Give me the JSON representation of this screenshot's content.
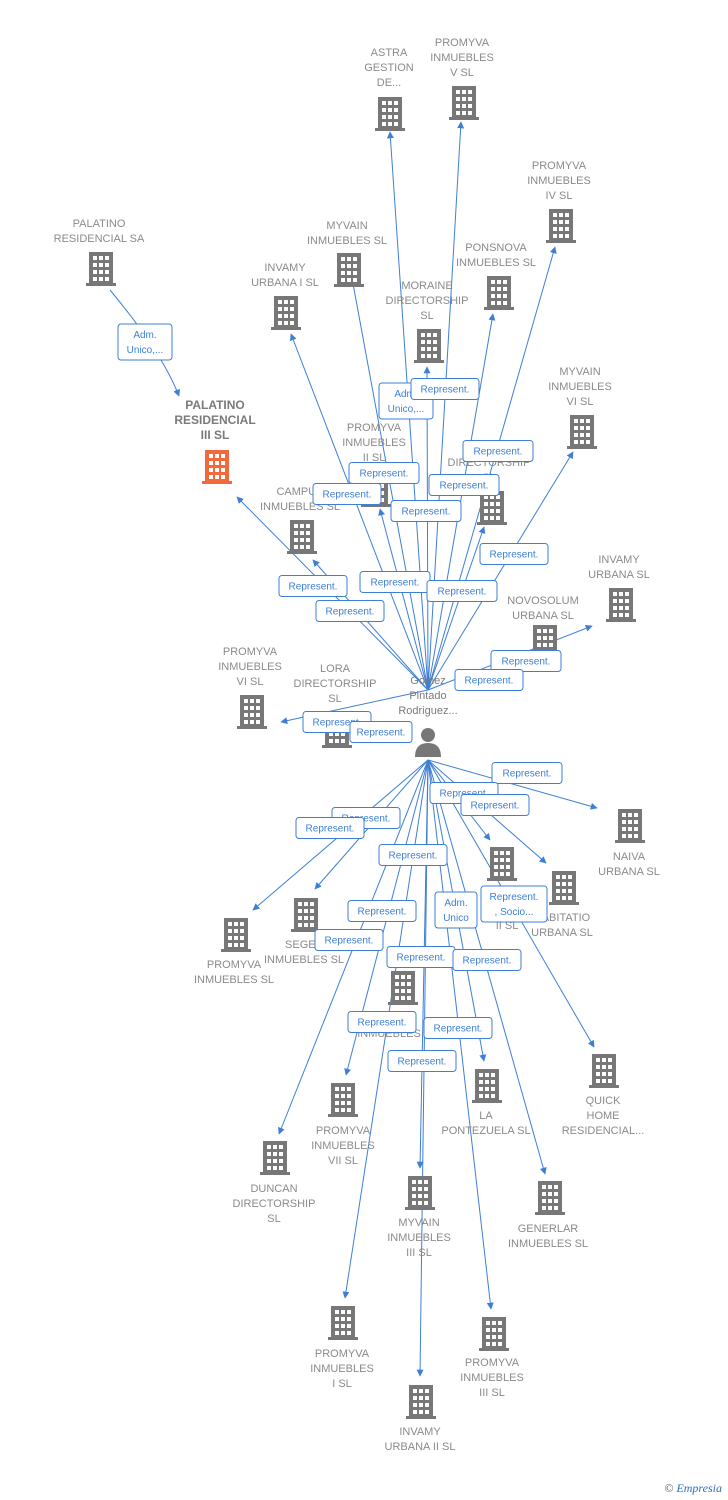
{
  "center": {
    "label_lines": [
      "Gomez",
      "Pintado",
      "Rodriguez..."
    ]
  },
  "colors": {
    "edge": "#3d7fd6",
    "node": "#777777",
    "highlight": "#f26a3b"
  },
  "nodes": [
    {
      "id": "astra",
      "lines": [
        "ASTRA",
        "GESTION",
        "DE..."
      ]
    },
    {
      "id": "promyva-v",
      "lines": [
        "PROMYVA",
        "INMUEBLES",
        "V  SL"
      ]
    },
    {
      "id": "promyva-iv",
      "lines": [
        "PROMYVA",
        "INMUEBLES",
        "IV  SL"
      ]
    },
    {
      "id": "palatino-sa",
      "lines": [
        "PALATINO",
        "RESIDENCIAL SA"
      ]
    },
    {
      "id": "myvain",
      "lines": [
        "MYVAIN",
        "INMUEBLES  SL"
      ]
    },
    {
      "id": "ponsnova",
      "lines": [
        "PONSNOVA",
        "INMUEBLES  SL"
      ]
    },
    {
      "id": "invamy-i",
      "lines": [
        "INVAMY",
        "URBANA I  SL"
      ]
    },
    {
      "id": "moraine",
      "lines": [
        "MORAINE",
        "DIRECTORSHIP",
        "SL"
      ]
    },
    {
      "id": "palatino-iii",
      "lines": [
        "PALATINO",
        "RESIDENCIAL",
        "III  SL"
      ],
      "highlight": true
    },
    {
      "id": "myvain-vi",
      "lines": [
        "MYVAIN",
        "INMUEBLES",
        "VI  SL"
      ]
    },
    {
      "id": "promyva-ii",
      "lines": [
        "PROMYVA",
        "INMUEBLES",
        "II  SL"
      ]
    },
    {
      "id": "directorship",
      "lines": [
        "DIRECTORSHIP",
        "SL"
      ]
    },
    {
      "id": "campus",
      "lines": [
        "CAMPUS",
        "INMUEBLES  SL"
      ]
    },
    {
      "id": "invamy-urbana",
      "lines": [
        "INVAMY",
        "URBANA  SL"
      ]
    },
    {
      "id": "novosolum",
      "lines": [
        "NOVOSOLUM",
        "URBANA  SL"
      ]
    },
    {
      "id": "promyva-vi",
      "lines": [
        "PROMYVA",
        "INMUEBLES",
        "VI  SL"
      ]
    },
    {
      "id": "lora",
      "lines": [
        "LORA",
        "DIRECTORSHIP",
        "SL"
      ]
    },
    {
      "id": "naiva",
      "lines": [
        "NAIVA",
        "URBANA  SL"
      ]
    },
    {
      "id": "habitatio-ii",
      "lines": [
        "II  SL"
      ]
    },
    {
      "id": "habitatio",
      "lines": [
        "HABITATIO",
        "URBANA  SL"
      ]
    },
    {
      "id": "promyva-sl",
      "lines": [
        "PROMYVA",
        "INMUEBLES  SL"
      ]
    },
    {
      "id": "seges",
      "lines": [
        "SEGES",
        "INMUEBLES  SL"
      ]
    },
    {
      "id": "inmuebles-x",
      "lines": [
        "INMUEBLES"
      ]
    },
    {
      "id": "quick",
      "lines": [
        "QUICK",
        "HOME",
        "RESIDENCIAL..."
      ]
    },
    {
      "id": "promyva-vii",
      "lines": [
        "PROMYVA",
        "INMUEBLES",
        "VII  SL"
      ]
    },
    {
      "id": "pontezuela",
      "lines": [
        "LA",
        "PONTEZUELA SL"
      ]
    },
    {
      "id": "duncan",
      "lines": [
        "DUNCAN",
        "DIRECTORSHIP",
        "SL"
      ]
    },
    {
      "id": "myvain-iii",
      "lines": [
        "MYVAIN",
        "INMUEBLES",
        "III  SL"
      ]
    },
    {
      "id": "generlar",
      "lines": [
        "GENERLAR",
        "INMUEBLES  SL"
      ]
    },
    {
      "id": "promyva-i",
      "lines": [
        "PROMYVA",
        "INMUEBLES",
        "I  SL"
      ]
    },
    {
      "id": "promyva-iii",
      "lines": [
        "PROMYVA",
        "INMUEBLES",
        "III  SL"
      ]
    },
    {
      "id": "invamy-ii",
      "lines": [
        "INVAMY",
        "URBANA II  SL"
      ]
    }
  ],
  "edge_labels": [
    {
      "id": "adm-palatino",
      "lines": [
        "Adm.",
        "Unico,..."
      ]
    },
    {
      "id": "adm-moraine",
      "lines": [
        "Adm.",
        "Unico,..."
      ]
    },
    {
      "id": "rep-moraine",
      "lines": [
        "Represent."
      ]
    },
    {
      "id": "rep-directorship",
      "lines": [
        "Represent."
      ]
    },
    {
      "id": "rep-promyva-ii-a",
      "lines": [
        "Represent."
      ]
    },
    {
      "id": "rep-directorship-b",
      "lines": [
        "Represent."
      ]
    },
    {
      "id": "rep-campus",
      "lines": [
        "Represent."
      ]
    },
    {
      "id": "rep-promyva-ii-b",
      "lines": [
        "Represent."
      ]
    },
    {
      "id": "rep-myvain-vi",
      "lines": [
        "Represent."
      ]
    },
    {
      "id": "rep-palatino-iii",
      "lines": [
        "Represent."
      ]
    },
    {
      "id": "rep-mid-a",
      "lines": [
        "Represent."
      ]
    },
    {
      "id": "rep-mid-b",
      "lines": [
        "Represent."
      ]
    },
    {
      "id": "rep-campus-b",
      "lines": [
        "Represent."
      ]
    },
    {
      "id": "rep-invamy-urbana",
      "lines": [
        "Represent."
      ]
    },
    {
      "id": "rep-novosolum",
      "lines": [
        "Represent."
      ]
    },
    {
      "id": "rep-promyva-vi",
      "lines": [
        "Represent."
      ]
    },
    {
      "id": "rep-lora",
      "lines": [
        "Represent."
      ]
    },
    {
      "id": "rep-naiva",
      "lines": [
        "Represent."
      ]
    },
    {
      "id": "rep-habitatio-ii",
      "lines": [
        "Represent."
      ]
    },
    {
      "id": "rep-habitatio",
      "lines": [
        "Represent."
      ]
    },
    {
      "id": "rep-seges-a",
      "lines": [
        "Represent."
      ]
    },
    {
      "id": "rep-promyva-sl",
      "lines": [
        "Represent."
      ]
    },
    {
      "id": "rep-inm-x",
      "lines": [
        "Represent."
      ]
    },
    {
      "id": "adm-unico",
      "lines": [
        "Adm.",
        "Unico"
      ]
    },
    {
      "id": "rep-socio",
      "lines": [
        "Represent.",
        ", Socio..."
      ]
    },
    {
      "id": "rep-seges-b",
      "lines": [
        "Represent."
      ]
    },
    {
      "id": "rep-seges-c",
      "lines": [
        "Represent."
      ]
    },
    {
      "id": "rep-myvain-iii",
      "lines": [
        "Represent."
      ]
    },
    {
      "id": "rep-generlar",
      "lines": [
        "Represent."
      ]
    },
    {
      "id": "rep-promyva-vii",
      "lines": [
        "Represent."
      ]
    },
    {
      "id": "rep-pontezuela",
      "lines": [
        "Represent."
      ]
    },
    {
      "id": "rep-low",
      "lines": [
        "Represent."
      ]
    }
  ],
  "footer": {
    "copyright_symbol": "©",
    "brand": "Empresia"
  }
}
